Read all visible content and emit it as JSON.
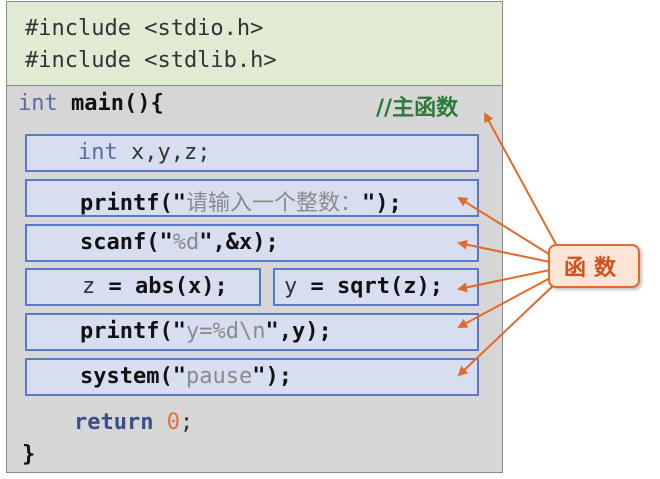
{
  "includes": [
    "#include <stdio.h>",
    "#include <stdlib.h>"
  ],
  "main_sig": {
    "type": "int",
    "name": "main",
    "parens": "(){"
  },
  "comment": "//主函数",
  "statements": {
    "decl": {
      "type": "int",
      "rest": " x,y,z;"
    },
    "printf1": {
      "fn": "printf",
      "open": "(\"",
      "str": "请输入一个整数：",
      "close": "\");"
    },
    "scanf": {
      "fn": "scanf",
      "open": "(\"",
      "str": "%d",
      "close": "\",&x);"
    },
    "abs": {
      "lhs": "z ",
      "op": "= ",
      "fn": "abs",
      "args": "(x);"
    },
    "sqrt": {
      "lhs": "y ",
      "op": "= ",
      "fn": "sqrt",
      "args": "(z);"
    },
    "printf2": {
      "fn": "printf",
      "open": "(\"",
      "str": "y=%d\\n",
      "close": "\",y);"
    },
    "system": {
      "fn": "system",
      "open": "(\"",
      "str": "pause",
      "close": "\");"
    }
  },
  "return_stmt": {
    "kw": "return",
    "value": "0",
    "end": ";"
  },
  "closing_brace": "}",
  "callout_label": "函数",
  "colors": {
    "include_bg": "#e1ebd3",
    "main_bg": "#d6d6d6",
    "stmt_bg": "#d7deef",
    "stmt_border": "#5a78c8",
    "arrow": "#e06a2a"
  }
}
